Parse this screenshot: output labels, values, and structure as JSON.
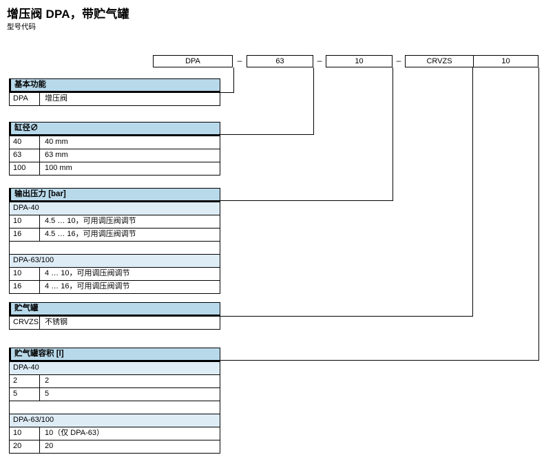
{
  "page": {
    "title": "增压阀 DPA，带贮气罐",
    "subtitle": "型号代码"
  },
  "code_row": {
    "separator": "–",
    "boxes": [
      {
        "label": "DPA"
      },
      {
        "label": "63"
      },
      {
        "label": "10"
      },
      {
        "label": "CRVZS"
      },
      {
        "label": "10"
      }
    ]
  },
  "tables": [
    {
      "header": "基本功能",
      "rows": [
        {
          "code": "DPA",
          "desc": "增压阀"
        }
      ]
    },
    {
      "header": "缸径∅",
      "rows": [
        {
          "code": "40",
          "desc": "40 mm"
        },
        {
          "code": "63",
          "desc": "63 mm"
        },
        {
          "code": "100",
          "desc": "100 mm"
        }
      ]
    },
    {
      "header": "输出压力 [bar]",
      "groups": [
        {
          "label": "DPA-40",
          "rows": [
            {
              "code": "10",
              "desc": "4.5 … 10，可用调压阀调节"
            },
            {
              "code": "16",
              "desc": "4.5 … 16，可用调压阀调节"
            }
          ]
        },
        {
          "label": "DPA-63/100",
          "rows": [
            {
              "code": "10",
              "desc": "4 … 10，可用调压阀调节"
            },
            {
              "code": "16",
              "desc": "4 … 16，可用调压阀调节"
            }
          ]
        }
      ]
    },
    {
      "header": "贮气罐",
      "rows": [
        {
          "code": "CRVZS",
          "desc": "不锈钢"
        }
      ]
    },
    {
      "header": "贮气罐容积 [l]",
      "groups": [
        {
          "label": "DPA-40",
          "rows": [
            {
              "code": "2",
              "desc": "2"
            },
            {
              "code": "5",
              "desc": "5"
            }
          ]
        },
        {
          "label": "DPA-63/100",
          "rows": [
            {
              "code": "10",
              "desc": "10（仅 DPA-63）"
            },
            {
              "code": "20",
              "desc": "20"
            }
          ]
        }
      ]
    }
  ],
  "colors": {
    "header_band": "#b8d9ea",
    "sub_band": "#deecf6",
    "line": "#000000"
  }
}
